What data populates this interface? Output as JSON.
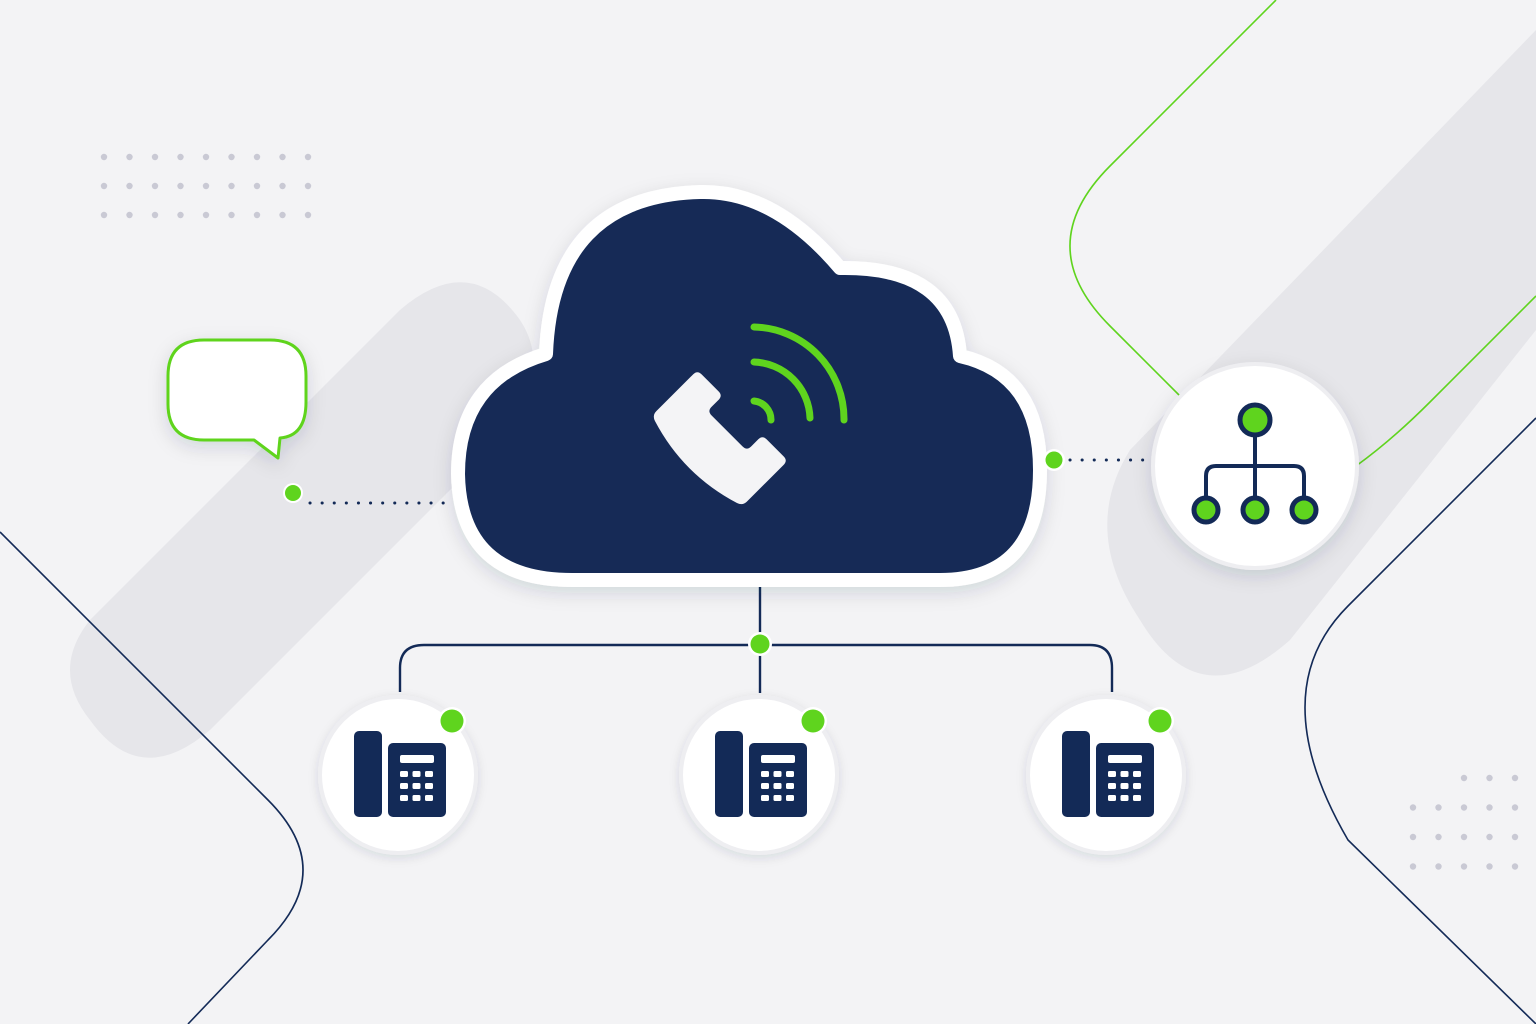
{
  "diagram": {
    "hub": {
      "kind": "cloud",
      "icon": "phone-handset-icon",
      "signal_icon": "signal-waves-icon"
    },
    "left_node": {
      "icon": "speech-bubble-icon",
      "connection": "dotted"
    },
    "right_node": {
      "icon": "org-chart-hierarchy-icon",
      "connection": "dotted"
    },
    "endpoints": [
      {
        "icon": "desk-phone-icon",
        "status": "online"
      },
      {
        "icon": "desk-phone-icon",
        "status": "online"
      },
      {
        "icon": "desk-phone-icon",
        "status": "online"
      }
    ],
    "colors": {
      "navy": "#132a57",
      "green": "#5fd41e",
      "background": "#f3f3f5",
      "node_fill": "#ffffff"
    }
  }
}
